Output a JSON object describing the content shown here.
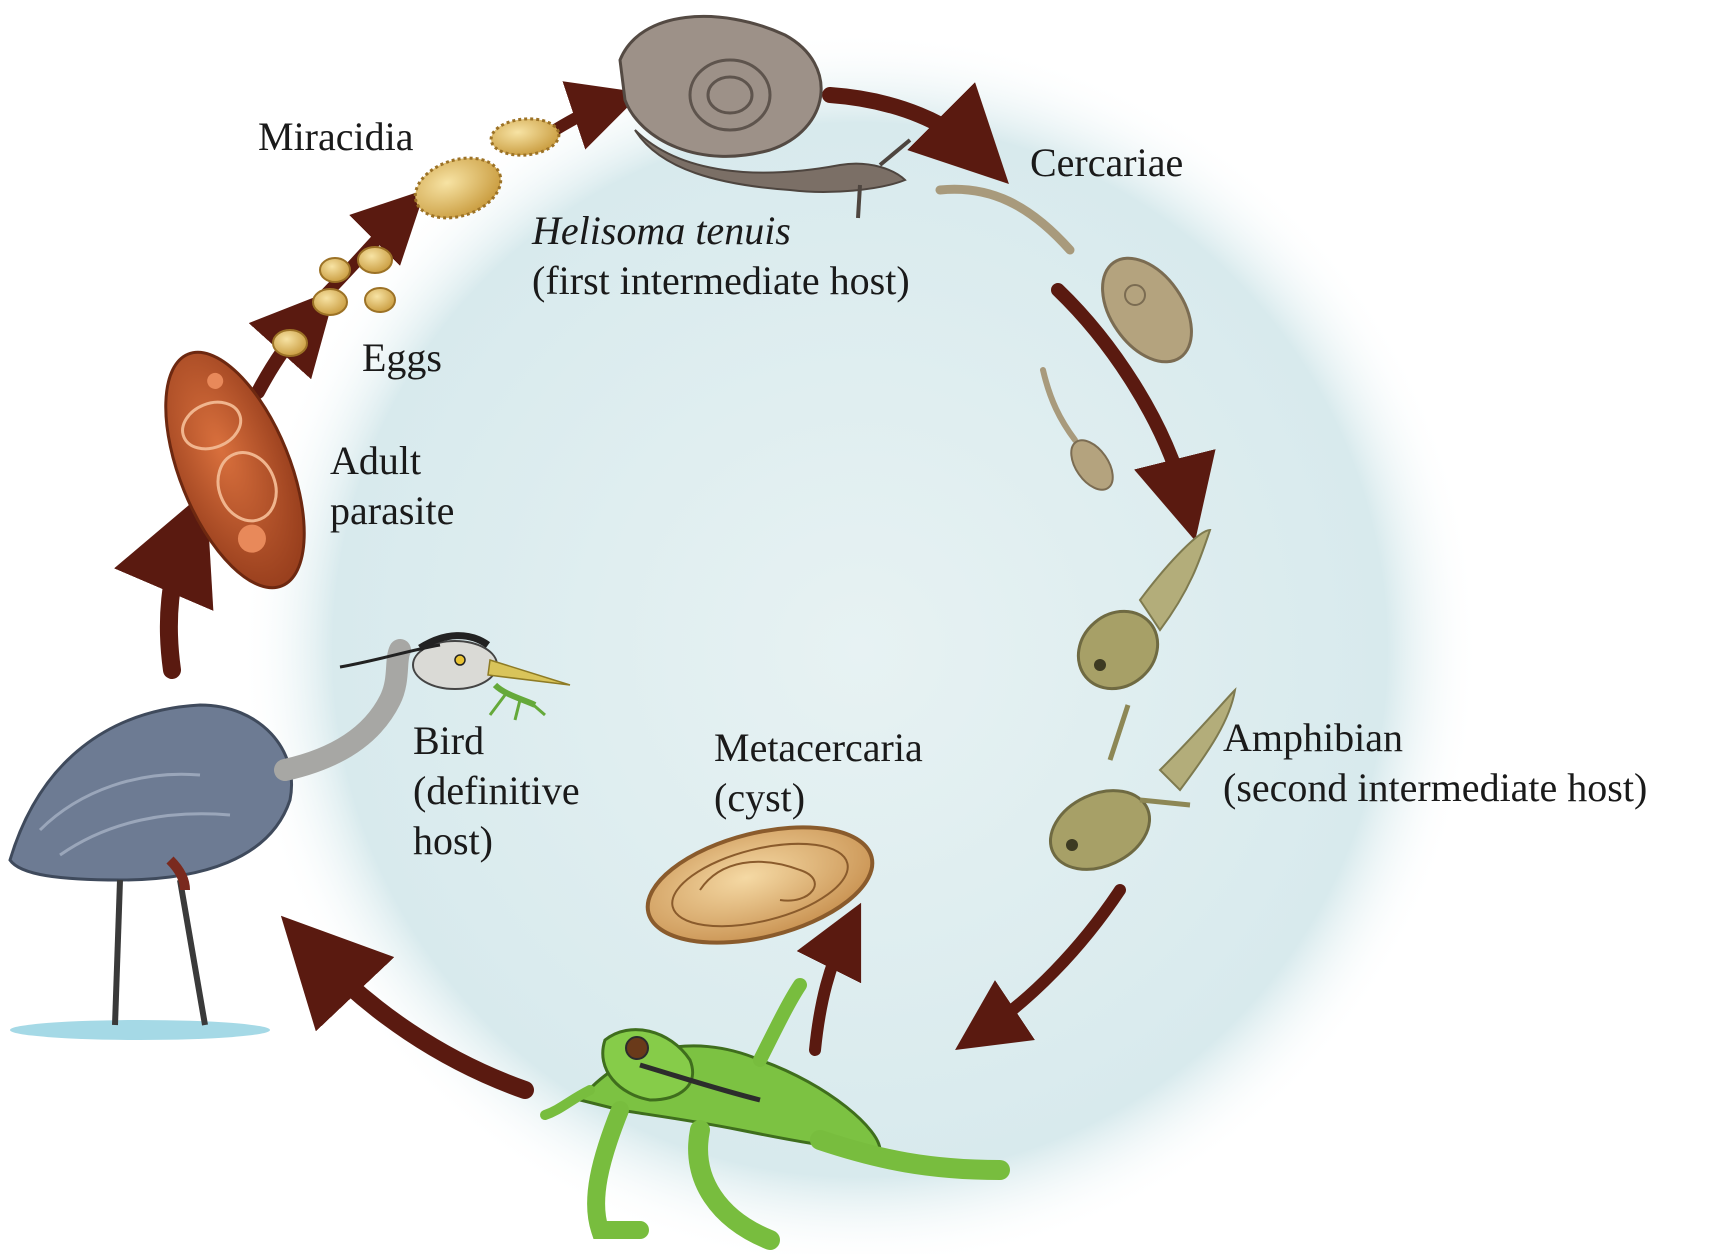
{
  "diagram": {
    "labels": {
      "miracidia": "Miracidia",
      "eggs": "Eggs",
      "snail_species": "Helisoma tenuis",
      "snail_role": "(first intermediate host)",
      "cercariae": "Cercariae",
      "adult_line1": "Adult",
      "adult_line2": "parasite",
      "amphibian_line1": "Amphibian",
      "amphibian_line2": "(second intermediate host)",
      "bird_line1": "Bird",
      "bird_line2": "(definitive",
      "bird_line3": "host)",
      "metacercaria_line1": "Metacercaria",
      "metacercaria_line2": "(cyst)"
    },
    "colors": {
      "arrow": "#5a1a10",
      "background_disc": "#dcecee",
      "frog": "#7cc242",
      "snail": "#8b7f74",
      "adult_parasite": "#b5532e",
      "tadpole": "#a7a067",
      "heron": "#6d7b93",
      "water": "#8fd0e0"
    }
  }
}
